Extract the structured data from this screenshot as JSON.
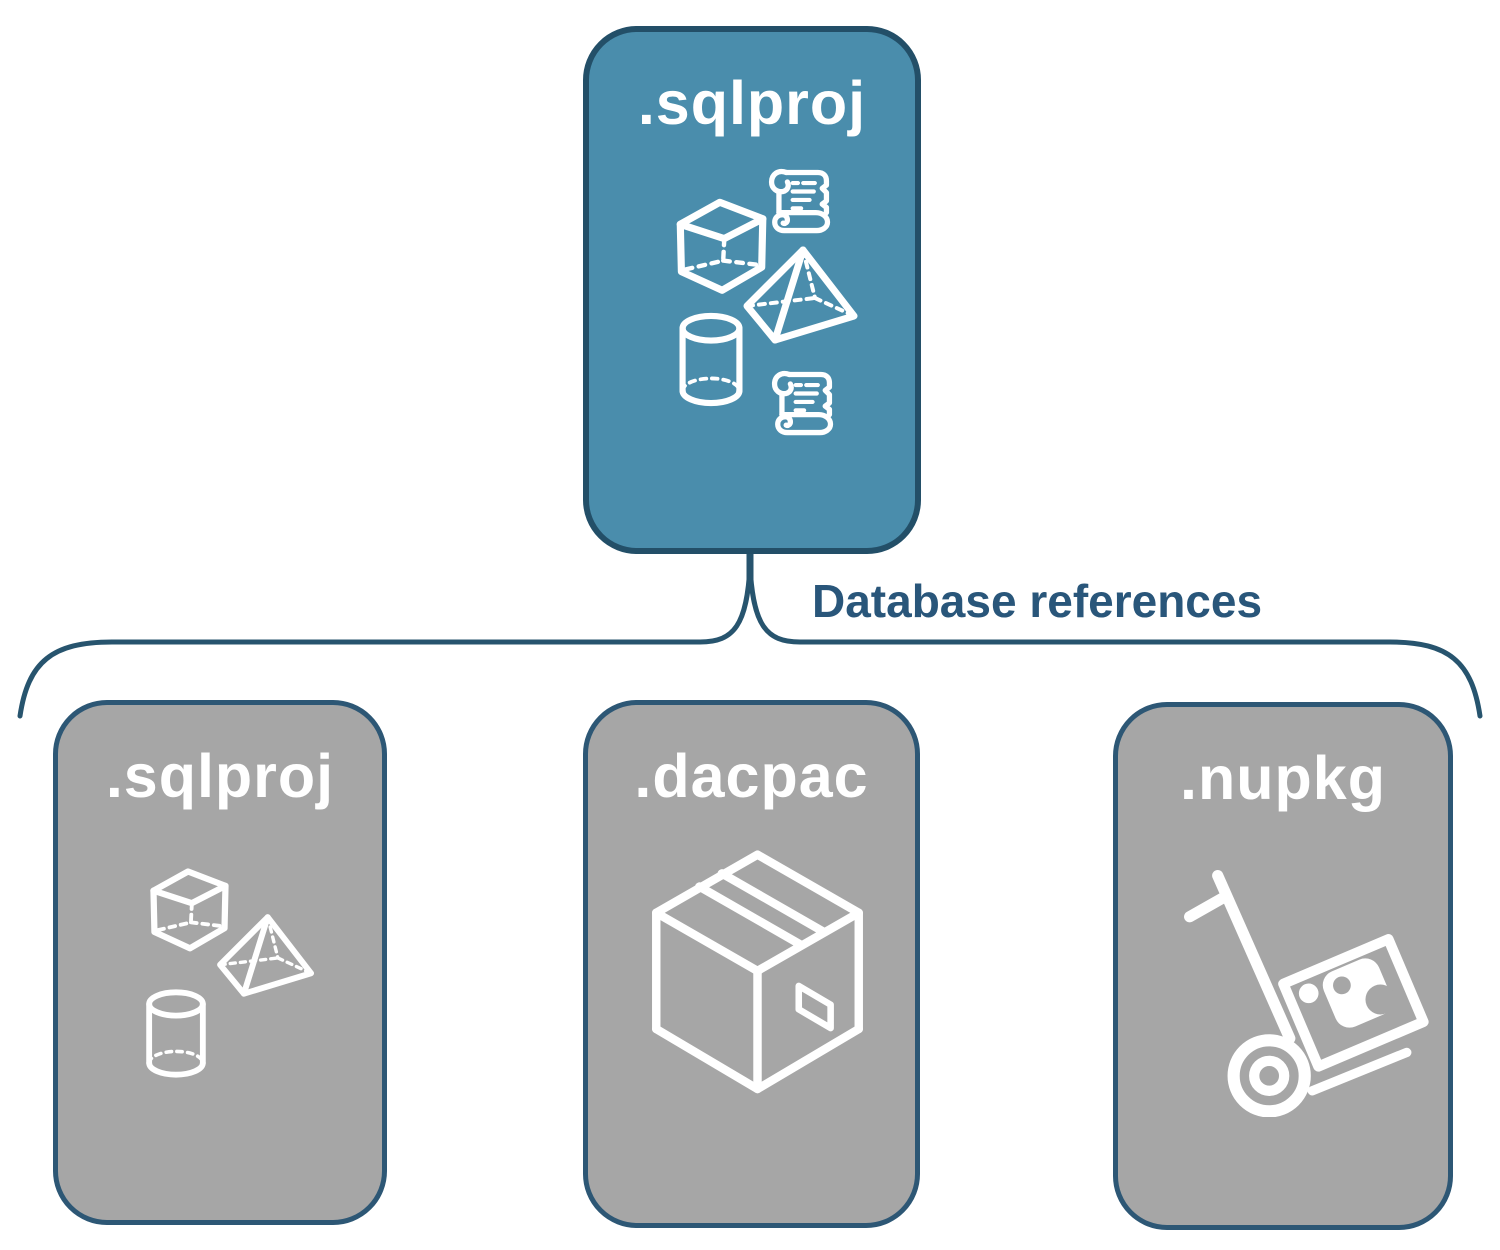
{
  "diagram": {
    "root_box": {
      "label": ".sqlproj",
      "fill": "#4a8dac",
      "border": "#234f68",
      "icons": [
        "cube-icon",
        "scroll-icon",
        "pyramid-icon",
        "cylinder-icon",
        "scroll-icon"
      ]
    },
    "connector": {
      "label": "Database references",
      "label_color": "#29567a",
      "line_color": "#27546e",
      "shape": "downward-brace"
    },
    "child_boxes": [
      {
        "label": ".sqlproj",
        "fill": "#a6a6a6",
        "border": "#2d5775",
        "icons": [
          "cube-icon",
          "pyramid-icon",
          "cylinder-icon"
        ]
      },
      {
        "label": ".dacpac",
        "fill": "#a6a6a6",
        "border": "#2d5775",
        "icons": [
          "package-box-icon"
        ]
      },
      {
        "label": ".nupkg",
        "fill": "#a6a6a6",
        "border": "#2d5775",
        "icons": [
          "hand-truck-icon"
        ]
      }
    ]
  }
}
